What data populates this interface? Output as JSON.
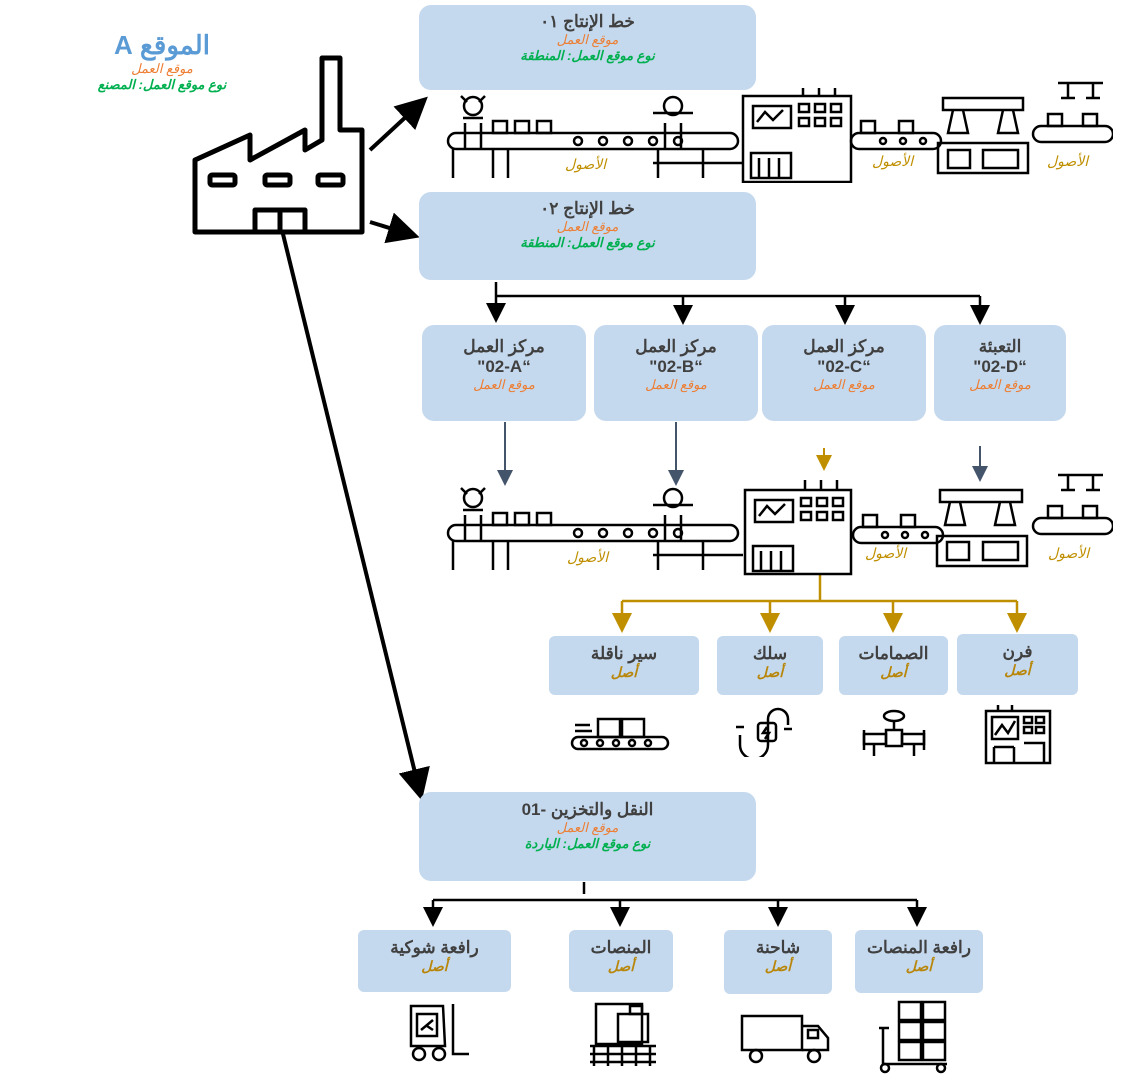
{
  "site": {
    "title": "الموقع A",
    "subtitle": "موقع العمل",
    "type": "نوع موقع العمل: المصنع"
  },
  "line1": {
    "title": "خط الإنتاج ٠١",
    "subtitle": "موقع العمل",
    "type": "نوع موقع العمل: المنطقة"
  },
  "line2": {
    "title": "خط الإنتاج ٠٢",
    "subtitle": "موقع العمل",
    "type": "نوع موقع العمل: المنطقة"
  },
  "work_centers": [
    {
      "title": "مركز العمل",
      "code": "\"02-A“",
      "subtitle": "موقع العمل"
    },
    {
      "title": "مركز العمل",
      "code": "\"02-B“",
      "subtitle": "موقع العمل"
    },
    {
      "title": "مركز العمل",
      "code": "\"02-C“",
      "subtitle": "موقع العمل"
    },
    {
      "title": "التعبئة",
      "code": "\"02-D“",
      "subtitle": "موقع العمل"
    }
  ],
  "asset_label": "الأصول",
  "machine_assets": [
    {
      "title": "سير ناقلة",
      "type": "أصل",
      "icon": "conveyor-icon"
    },
    {
      "title": "سلك",
      "type": "أصل",
      "icon": "wire-icon"
    },
    {
      "title": "الصمامات",
      "type": "أصل",
      "icon": "valve-icon"
    },
    {
      "title": "فرن",
      "type": "أصل",
      "icon": "oven-icon"
    }
  ],
  "transport": {
    "title": "النقل والتخزين -01",
    "subtitle": "موقع العمل",
    "type": "نوع موقع العمل: الياردة"
  },
  "yard_assets": [
    {
      "title": "رافعة شوكية",
      "type": "أصل",
      "icon": "forklift-icon"
    },
    {
      "title": "المنصات",
      "type": "أصل",
      "icon": "pallets-icon"
    },
    {
      "title": "شاحنة",
      "type": "أصل",
      "icon": "truck-icon"
    },
    {
      "title": "رافعة المنصات",
      "type": "أصل",
      "icon": "pallet-jack-icon"
    }
  ],
  "colors": {
    "box": "#c5d9ee",
    "title": "#404040",
    "subtitle": "#ed7d31",
    "type": "#00b050",
    "asset": "#b8860b",
    "site": "#5b9bd5"
  }
}
